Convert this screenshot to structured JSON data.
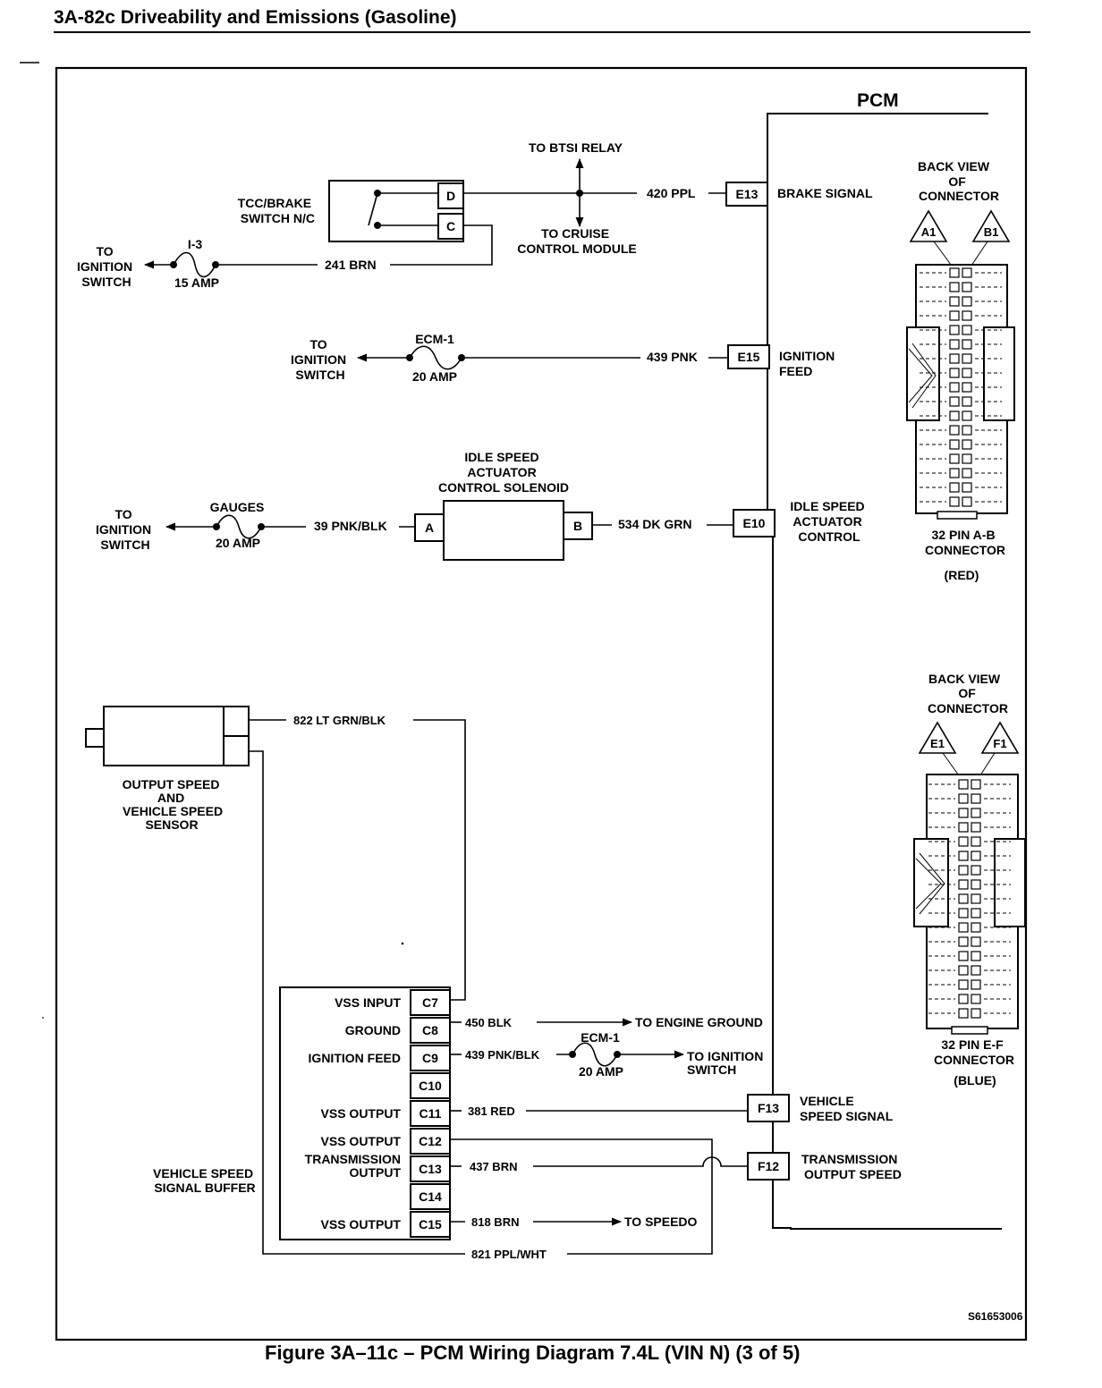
{
  "header": {
    "title": "3A-82c  Driveability and Emissions (Gasoline)"
  },
  "pcm_label": "PCM",
  "caption": "Figure 3A–11c – PCM Wiring Diagram 7.4L (VIN N) (3 of 5)",
  "ref_code": "S61653006",
  "brake_circuit": {
    "relay_label": "TO BTSI RELAY",
    "cruise_label": [
      "TO CRUISE",
      "CONTROL MODULE"
    ],
    "switch_label": [
      "TCC/BRAKE",
      "SWITCH N/C"
    ],
    "pin_d": "D",
    "pin_c": "C",
    "wire_420": "420 PPL",
    "terminal": "E13",
    "signal": "BRAKE SIGNAL",
    "ign_label": [
      "TO",
      "IGNITION",
      "SWITCH"
    ],
    "fuse_name": "I-3",
    "fuse_rating": "15 AMP",
    "wire_241": "241 BRN"
  },
  "ignition_feed": {
    "ign_label": [
      "TO",
      "IGNITION",
      "SWITCH"
    ],
    "fuse_name": "ECM-1",
    "fuse_rating": "20 AMP",
    "wire": "439 PNK",
    "terminal": "E15",
    "signal": [
      "IGNITION",
      "FEED"
    ]
  },
  "idle_speed": {
    "solenoid_label": [
      "IDLE SPEED",
      "ACTUATOR",
      "CONTROL SOLENOID"
    ],
    "ign_label": [
      "TO",
      "IGNITION",
      "SWITCH"
    ],
    "fuse_name": "GAUGES",
    "fuse_rating": "20 AMP",
    "wire_39": "39 PNK/BLK",
    "pin_a": "A",
    "pin_b": "B",
    "wire_534": "534 DK GRN",
    "terminal": "E10",
    "signal": [
      "IDLE SPEED",
      "ACTUATOR",
      "CONTROL"
    ]
  },
  "connector_ab": {
    "view_label": [
      "BACK VIEW",
      "OF",
      "CONNECTOR"
    ],
    "pin1": "A1",
    "pin2": "B1",
    "name": [
      "32  PIN A-B",
      "CONNECTOR"
    ],
    "color": "(RED)"
  },
  "connector_ef": {
    "view_label": [
      "BACK VIEW",
      "OF",
      "CONNECTOR"
    ],
    "pin1": "E1",
    "pin2": "F1",
    "name": [
      "32  PIN E-F",
      "CONNECTOR"
    ],
    "color": "(BLUE)"
  },
  "sensor": {
    "label": [
      "OUTPUT SPEED",
      "AND",
      "VEHICLE SPEED",
      "SENSOR"
    ],
    "wire_822": "822 LT GRN/BLK",
    "wire_821": "821 PPL/WHT"
  },
  "buffer": {
    "label": [
      "VEHICLE SPEED",
      "SIGNAL BUFFER"
    ],
    "rows": [
      {
        "label": "VSS INPUT",
        "pin": "C7"
      },
      {
        "label": "GROUND",
        "pin": "C8"
      },
      {
        "label": "IGNITION FEED",
        "pin": "C9"
      },
      {
        "label": "",
        "pin": "C10"
      },
      {
        "label": "VSS OUTPUT",
        "pin": "C11"
      },
      {
        "label": "VSS OUTPUT",
        "pin": "C12"
      },
      {
        "label": "TRANSMISSION\nOUTPUT",
        "pin": "C13"
      },
      {
        "label": "",
        "pin": "C14"
      },
      {
        "label": "VSS OUTPUT",
        "pin": "C15"
      }
    ],
    "wire_450": "450 BLK",
    "engine_ground": "TO ENGINE GROUND",
    "wire_439": "439 PNK/BLK",
    "fuse_name": "ECM-1",
    "fuse_rating": "20 AMP",
    "ign_label": [
      "TO IGNITION",
      "SWITCH"
    ],
    "wire_381": "381 RED",
    "wire_437": "437 BRN",
    "wire_818": "818 BRN",
    "speedo": "TO SPEEDO"
  },
  "pcm_terminals": {
    "f13": "F13",
    "f13_signal": [
      "VEHICLE",
      "SPEED SIGNAL"
    ],
    "f12": "F12",
    "f12_signal": [
      "TRANSMISSION",
      "OUTPUT SPEED"
    ]
  }
}
